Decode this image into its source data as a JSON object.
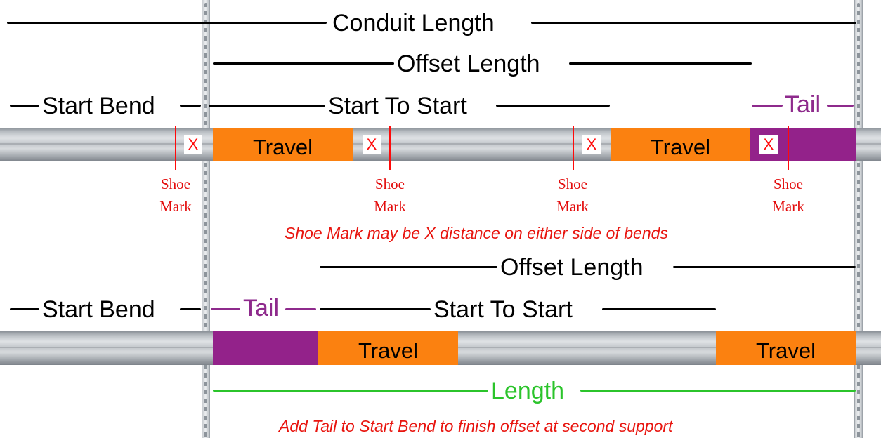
{
  "dimensions": {
    "conduit_length": "Conduit Length",
    "offset_length_top": "Offset Length",
    "start_bend_top": "Start Bend",
    "start_to_start_top": "Start To Start",
    "tail_top": "Tail",
    "offset_length_bottom": "Offset Length",
    "start_bend_bottom": "Start Bend",
    "tail_bottom": "Tail",
    "start_to_start_bottom": "Start To Start",
    "length": "Length"
  },
  "top_conduit": {
    "travel_1": "Travel",
    "travel_2": "Travel",
    "x_marks": [
      "X",
      "X",
      "X",
      "X"
    ],
    "shoe_marks": [
      {
        "line1": "Shoe",
        "line2": "Mark"
      },
      {
        "line1": "Shoe",
        "line2": "Mark"
      },
      {
        "line1": "Shoe",
        "line2": "Mark"
      },
      {
        "line1": "Shoe",
        "line2": "Mark"
      }
    ]
  },
  "notes": {
    "shoe_mark_note": "Shoe Mark may be X distance on either side of bends",
    "tail_note": "Add Tail to Start Bend to finish offset at second support"
  },
  "bottom_conduit": {
    "travel_1": "Travel",
    "travel_2": "Travel"
  },
  "colors": {
    "travel": "#fb8110",
    "tail": "#93228a",
    "shoe_mark": "#e30c0c",
    "length": "#2bc42b",
    "dimension_line": "#000000"
  }
}
